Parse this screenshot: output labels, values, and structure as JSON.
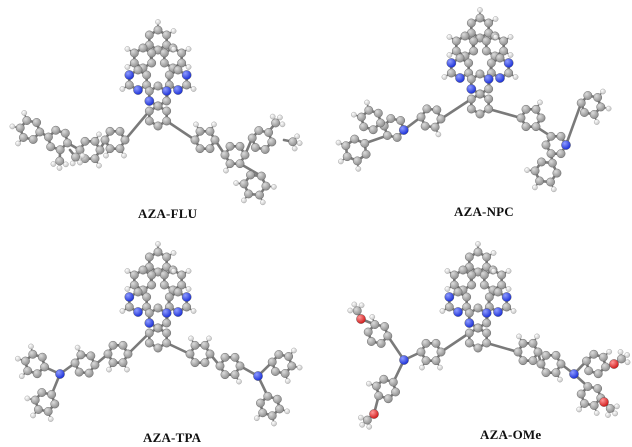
{
  "molecules": [
    {
      "label": "AZA-FLU"
    },
    {
      "label": "AZA-NPC"
    },
    {
      "label": "AZA-TPA"
    },
    {
      "label": "AZA-OMe"
    }
  ],
  "atom_colors": {
    "carbon": "#8c8c8c",
    "hydrogen": "#f2f2f2",
    "nitrogen": "#1a2fd6",
    "oxygen": "#d01818"
  }
}
